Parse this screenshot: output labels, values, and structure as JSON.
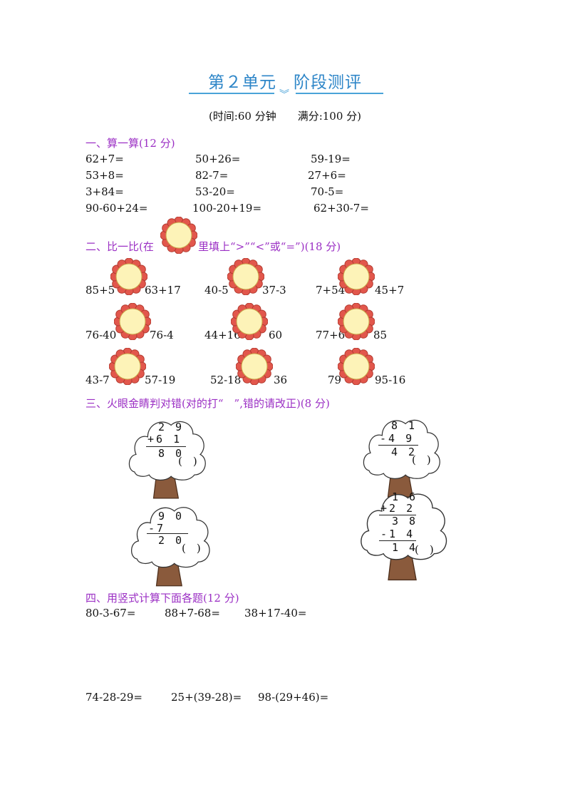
{
  "header": {
    "title": "第２单元　阶段测评",
    "subtitle": "(时间:60 分钟　　满分:100 分)"
  },
  "section1": {
    "title": "一、算一算(12 分)",
    "problems": [
      "62+7=",
      "50+26=",
      "59-19=",
      "53+8=",
      "82-7=",
      "27+6=",
      "3+84=",
      "53-20=",
      "70-5=",
      "90-60+24=",
      "100-20+19=",
      "62+30-7="
    ]
  },
  "section2": {
    "title_pre": "二、比一比(在",
    "title_post": "里填上“>”“<”或“=”)(18 分)",
    "pairs": [
      {
        "left": "85+5",
        "right": "63+17"
      },
      {
        "left": "40-5",
        "right": "37-3"
      },
      {
        "left": "7+54",
        "right": "45+7"
      },
      {
        "left": "76-40",
        "right": "76-4"
      },
      {
        "left": "44+16",
        "right": "60"
      },
      {
        "left": "77+6",
        "right": "85"
      },
      {
        "left": "43-7",
        "right": "57-19"
      },
      {
        "left": "52-18",
        "right": "36"
      },
      {
        "left": "79",
        "right": "95-16"
      }
    ]
  },
  "section3": {
    "title": "三、火眼金睛判对错(对的打“　”,错的请改正)(8 分)",
    "trees": [
      {
        "lines": [
          "2 9",
          "+6 1",
          "8 0"
        ]
      },
      {
        "lines": [
          "8 1",
          "-4 9",
          "4 2"
        ]
      },
      {
        "lines": [
          "9 0",
          "-7",
          "2 0"
        ]
      },
      {
        "lines": [
          "1 6",
          "+2 2",
          "3 8",
          "-1 4",
          "1 4"
        ]
      }
    ],
    "bracket": "(　)"
  },
  "section4": {
    "title": "四、用竖式计算下面各题(12 分)",
    "row1": [
      "80-3-67=",
      "88+7-68=",
      "38+17-40="
    ],
    "row2": [
      "74-28-29=",
      "25+(39-28)=",
      "98-(29+46)="
    ]
  },
  "colors": {
    "title": "#2e86c8",
    "section": "#9b2fc4",
    "flower_petal": "#e2574c",
    "flower_center": "#fdf3b8",
    "tree_trunk": "#8a5a3c"
  }
}
